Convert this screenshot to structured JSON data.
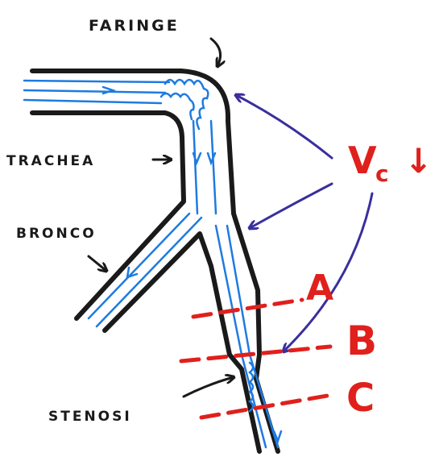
{
  "labels": {
    "faringe": "FARINGE",
    "trachea": "TRACHEA",
    "bronco": "BRONCO",
    "stenosi": "STENOSI",
    "vc": "V",
    "vc_sub": "c",
    "vc_arrow": "↓",
    "a": "A",
    "b": "B",
    "c": "C"
  },
  "colors": {
    "wall": "#1a1a1a",
    "flow": "#1e7be0",
    "annotation_arrow": "#3a2f9c",
    "red": "#e0201c"
  }
}
